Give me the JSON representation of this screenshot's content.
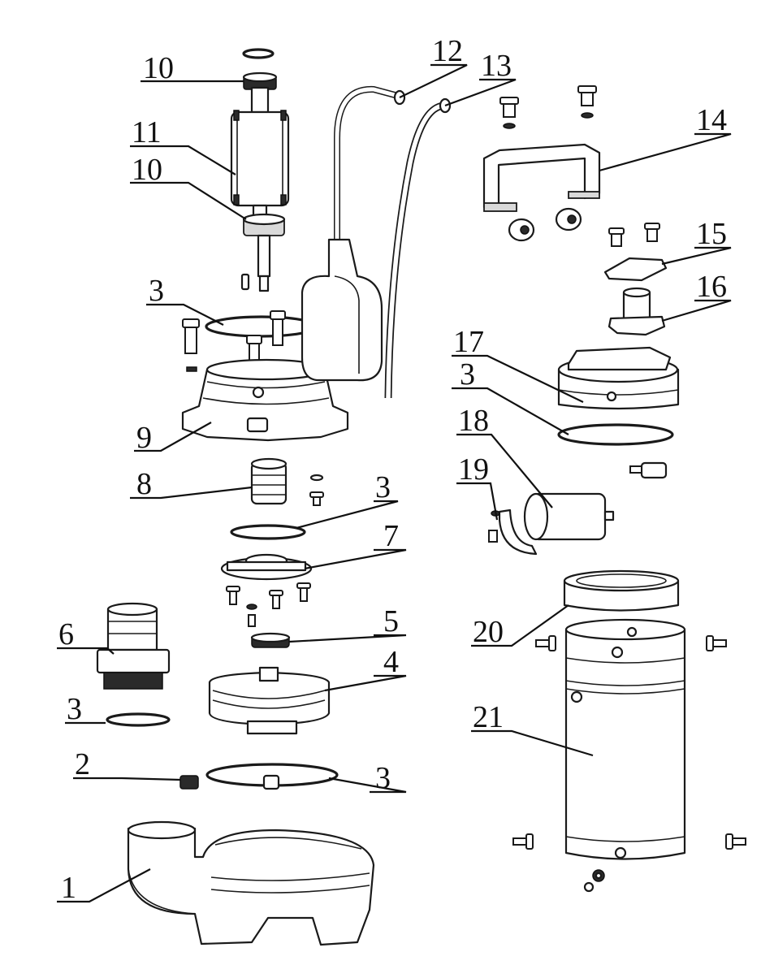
{
  "callouts": [
    {
      "id": "c-10a",
      "label": "10"
    },
    {
      "id": "c-11",
      "label": "11"
    },
    {
      "id": "c-10b",
      "label": "10"
    },
    {
      "id": "c-3a",
      "label": "3"
    },
    {
      "id": "c-9",
      "label": "9"
    },
    {
      "id": "c-8",
      "label": "8"
    },
    {
      "id": "c-3b",
      "label": "3"
    },
    {
      "id": "c-7",
      "label": "7"
    },
    {
      "id": "c-6",
      "label": "6"
    },
    {
      "id": "c-5",
      "label": "5"
    },
    {
      "id": "c-4",
      "label": "4"
    },
    {
      "id": "c-3c",
      "label": "3"
    },
    {
      "id": "c-2",
      "label": "2"
    },
    {
      "id": "c-3d",
      "label": "3"
    },
    {
      "id": "c-1",
      "label": "1"
    },
    {
      "id": "c-12",
      "label": "12"
    },
    {
      "id": "c-13",
      "label": "13"
    },
    {
      "id": "c-14",
      "label": "14"
    },
    {
      "id": "c-15",
      "label": "15"
    },
    {
      "id": "c-16",
      "label": "16"
    },
    {
      "id": "c-17",
      "label": "17"
    },
    {
      "id": "c-3e",
      "label": "3"
    },
    {
      "id": "c-18",
      "label": "18"
    },
    {
      "id": "c-19",
      "label": "19"
    },
    {
      "id": "c-20",
      "label": "20"
    },
    {
      "id": "c-21",
      "label": "21"
    }
  ]
}
